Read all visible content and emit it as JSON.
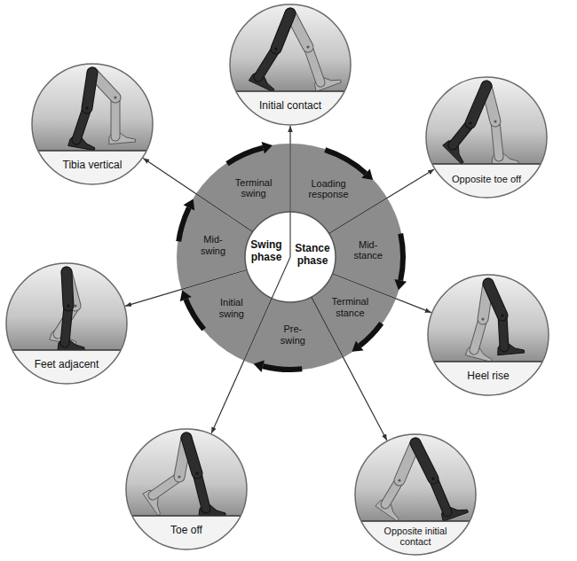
{
  "diagram": {
    "nodes": [
      {
        "text": [
          "Swing phase",
          "Stance phase"
        ]
      },
      {
        "text": [
          "Loading response"
        ]
      },
      {
        "text": [
          "Mid- stance"
        ]
      },
      {
        "text": [
          "Terminal stance"
        ]
      },
      {
        "text": [
          "Pre- swing"
        ]
      },
      {
        "text": [
          "Initial swing"
        ]
      },
      {
        "text": [
          "Mid- swing"
        ]
      },
      {
        "text": [
          "Terminal swing"
        ]
      },
      {
        "text": [
          "Initial contact"
        ]
      },
      {
        "text": [
          "Opposite toe off"
        ]
      },
      {
        "text": [
          "Heel rise"
        ]
      },
      {
        "text": [
          "Opposite initial contact"
        ]
      },
      {
        "text": [
          "Toe off"
        ]
      },
      {
        "text": [
          "Feet adjacent"
        ]
      },
      {
        "text": [
          "Tibia vertical"
        ]
      }
    ],
    "edges": [
      {
        "from": 0,
        "to": 8,
        "arrow": "to"
      },
      {
        "from": 0,
        "to": 9,
        "arrow": "to"
      },
      {
        "from": 0,
        "to": 10,
        "arrow": "to"
      },
      {
        "from": 0,
        "to": 11,
        "arrow": "to"
      },
      {
        "from": 0,
        "to": 12,
        "arrow": "to"
      },
      {
        "from": 0,
        "to": 13,
        "arrow": "to"
      },
      {
        "from": 0,
        "to": 14,
        "arrow": "to"
      }
    ]
  }
}
